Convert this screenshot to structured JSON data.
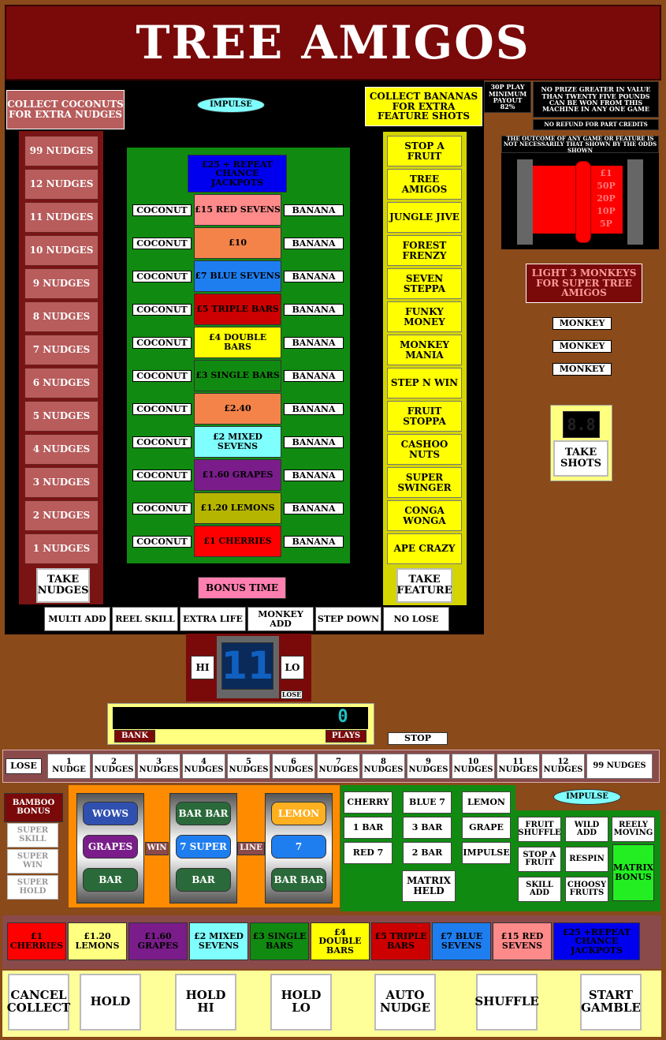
{
  "title": "TREE AMIGOS",
  "coconuts_header": "COLLECT COCONUTS FOR EXTRA NUDGES",
  "bananas_header": "COLLECT BANANAS FOR EXTRA FEATURE SHOTS",
  "impulse_top": "IMPULSE",
  "impulse_bottom": "IMPULSE",
  "play_info": "30P PLAY MINIMUM PAYOUT 82%",
  "prize_notice": "NO PRIZE GREATER IN VALUE THAN TWENTY FIVE POUNDS CAN BE WON FROM THIS MACHINE IN ANY ONE GAME",
  "refund_notice": "NO REFUND FOR PART CREDITS",
  "odds_notice": "THE OUTCOME OF ANY GAME OR FEATURE IS NOT NECESSARILY THAT SHOWN BY THE ODDS SHOWN",
  "coin_values": [
    "£1",
    "50P",
    "20P",
    "10P",
    "5P"
  ],
  "monkeys_header": "LIGHT 3 MONKEYS FOR SUPER TREE AMIGOS",
  "monkey_label": "MONKEY",
  "shots_counter": "8.8",
  "take_shots": "TAKE SHOTS",
  "nudges": [
    "99 NUDGES",
    "12 NUDGES",
    "11 NUDGES",
    "10 NUDGES",
    "9 NUDGES",
    "8 NUDGES",
    "7 NUDGES",
    "6 NUDGES",
    "5 NUDGES",
    "4 NUDGES",
    "3 NUDGES",
    "2 NUDGES",
    "1 NUDGES"
  ],
  "take_nudges": "TAKE NUDGES",
  "features": [
    "STOP A FRUIT",
    "TREE AMIGOS",
    "JUNGLE JIVE",
    "FOREST FRENZY",
    "SEVEN STEPPA",
    "FUNKY MONEY",
    "MONKEY MANIA",
    "STEP N WIN",
    "FRUIT STOPPA",
    "CASHOO NUTS",
    "SUPER SWINGER",
    "CONGA WONGA",
    "APE CRAZY"
  ],
  "take_feature": "TAKE FEATURE",
  "jackpot": "£25 + REPEAT CHANCE JACKPOTS",
  "prize_ladder": [
    {
      "label": "£15 RED SEVENS",
      "color": "#ff8a8a",
      "text": "#000"
    },
    {
      "label": "£10",
      "color": "#f4834a",
      "text": "#000"
    },
    {
      "label": "£7 BLUE SEVENS",
      "color": "#1e7ef0",
      "text": "#000"
    },
    {
      "label": "£5 TRIPLE BARS",
      "color": "#cc0000",
      "text": "#000"
    },
    {
      "label": "£4 DOUBLE BARS",
      "color": "#ffff00",
      "text": "#000"
    },
    {
      "label": "£3 SINGLE BARS",
      "color": "#118a11",
      "text": "#000"
    },
    {
      "label": "£2.40",
      "color": "#f4834a",
      "text": "#000"
    },
    {
      "label": "£2 MIXED SEVENS",
      "color": "#80ffff",
      "text": "#000"
    },
    {
      "label": "£1.60 GRAPES",
      "color": "#7a1d8a",
      "text": "#000"
    },
    {
      "label": "£1.20 LEMONS",
      "color": "#b5b500",
      "text": "#000"
    },
    {
      "label": "£1 CHERRIES",
      "color": "#ff0000",
      "text": "#000"
    }
  ],
  "coconut_label": "COCONUT",
  "banana_label": "BANANA",
  "bonus_time": "BONUS TIME",
  "features_row": [
    "MULTI ADD",
    "REEL SKILL",
    "EXTRA LIFE",
    "MONKEY ADD",
    "STEP DOWN",
    "NO LOSE"
  ],
  "hi_label": "HI",
  "lo_label": "LO",
  "hilo_number": "11",
  "lose_small": "LOSE",
  "bank_label": "BANK",
  "plays_label": "PLAYS",
  "credit_digits": "0",
  "stop_label": "STOP",
  "trail_lose": "LOSE",
  "trail_nudges": [
    "1 NUDGE",
    "2 NUDGES",
    "3 NUDGES",
    "4 NUDGES",
    "5 NUDGES",
    "6 NUDGES",
    "7 NUDGES",
    "8 NUDGES",
    "9 NUDGES",
    "10 NUDGES",
    "11 NUDGES",
    "12 NUDGES",
    "99 NUDGES"
  ],
  "bamboo_bonus": "BAMBOO BONUS",
  "bamboo_items": [
    "SUPER SKILL",
    "SUPER WIN",
    "SUPER HOLD"
  ],
  "win_label": "WIN",
  "line_label": "LINE",
  "reel_symbols": {
    "reel1": [
      "WOWS",
      "GRAPES",
      "BAR"
    ],
    "reel2": [
      "BAR BAR",
      "7 SUPER",
      "BAR"
    ],
    "reel3": [
      "LEMON",
      "7",
      "BAR BAR"
    ]
  },
  "matrix_fruits": [
    "CHERRY",
    "BLUE 7",
    "LEMON",
    "1 BAR",
    "3 BAR",
    "GRAPE",
    "RED 7",
    "2 BAR",
    "IMPULSE"
  ],
  "matrix_held": "MATRIX HELD",
  "bonus_buttons": [
    "FRUIT SHUFFLE",
    "WILD ADD",
    "REELY MOVING",
    "STOP A FRUIT",
    "RESPIN",
    "SKILL ADD",
    "CHOOSY FRUITS"
  ],
  "matrix_bonus": "MATRIX BONUS",
  "paytable": [
    {
      "label": "£1 CHERRIES",
      "color": "#ff0000"
    },
    {
      "label": "£1.20 LEMONS",
      "color": "#ffff80"
    },
    {
      "label": "£1.60 GRAPES",
      "color": "#7a1d8a"
    },
    {
      "label": "£2 MIXED SEVENS",
      "color": "#80ffff"
    },
    {
      "label": "£3 SINGLE BARS",
      "color": "#118a11"
    },
    {
      "label": "£4 DOUBLE BARS",
      "color": "#ffff00"
    },
    {
      "label": "£5 TRIPLE BARS",
      "color": "#cc0000"
    },
    {
      "label": "£7 BLUE SEVENS",
      "color": "#1e7ef0"
    },
    {
      "label": "£15 RED SEVENS",
      "color": "#ff8a8a"
    },
    {
      "label": "£25 +REPEAT CHANCE JACKPOTS",
      "color": "#0000ee"
    }
  ],
  "buttons": [
    "CANCEL COLLECT",
    "HOLD",
    "HOLD HI",
    "HOLD LO",
    "AUTO NUDGE",
    "SHUFFLE",
    "START GAMBLE"
  ]
}
